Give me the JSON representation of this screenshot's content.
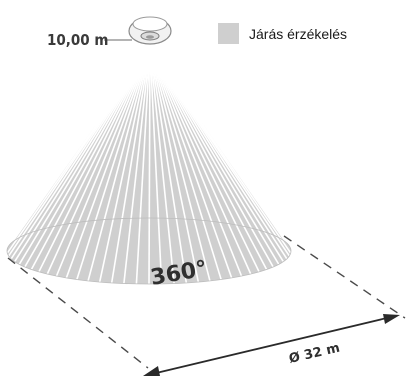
{
  "legend": {
    "label": "Járás érzékelés",
    "swatch_color": "#cfcfcf"
  },
  "sensor": {
    "mount_height": "10,00 m",
    "device_icon": "ceiling-motion-sensor-icon"
  },
  "detection_area": {
    "angle_label": "360°",
    "diameter_label": "Ø 32 m",
    "cone_color": "#cfcfcf",
    "ray_color": "#ffffff"
  }
}
